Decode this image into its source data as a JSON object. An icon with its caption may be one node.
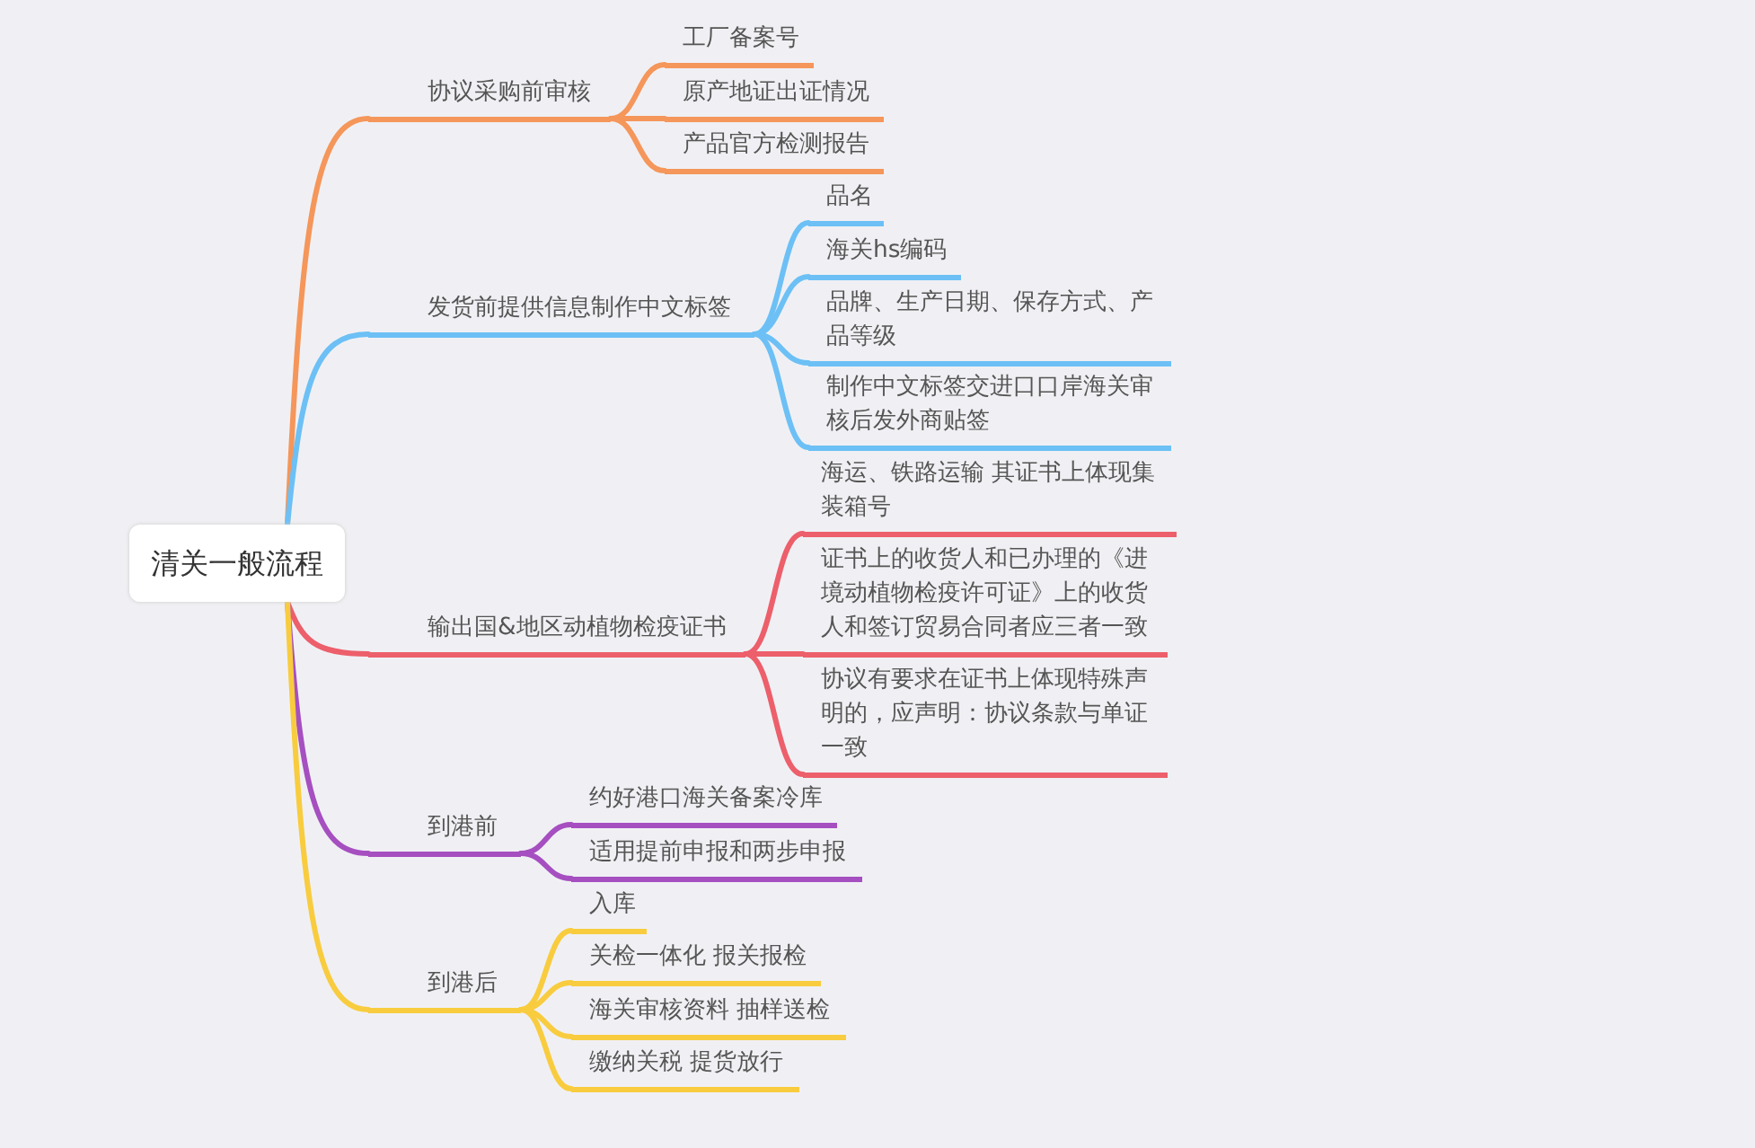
{
  "diagram": {
    "nodes": [
      {
        "text": [
          "清关一般流程"
        ]
      },
      {
        "text": [
          "协议采购前审核"
        ]
      },
      {
        "text": [
          "工厂备案号"
        ]
      },
      {
        "text": [
          "原产地证出证情况"
        ]
      },
      {
        "text": [
          "产品官方检测报告"
        ]
      },
      {
        "text": [
          "发货前提供信息制作中文标签"
        ]
      },
      {
        "text": [
          "品名"
        ]
      },
      {
        "text": [
          "海关hs编码"
        ]
      },
      {
        "text": [
          "品牌、生产日期、保存方式、产品等级"
        ]
      },
      {
        "text": [
          "制作中文标签交进口口岸海关审核后发外商贴签"
        ]
      },
      {
        "text": [
          "输出国&地区动植物检疫证书"
        ]
      },
      {
        "text": [
          "海运、铁路运输 其证书上体现集装箱号"
        ]
      },
      {
        "text": [
          "证书上的收货人和已办理的《进境动植物检疫许可证》上的收货人和签订贸易合同者应三者一致"
        ]
      },
      {
        "text": [
          "协议有要求在证书上体现特殊声明的，应声明：协议条款与单证一致"
        ]
      },
      {
        "text": [
          "到港前"
        ]
      },
      {
        "text": [
          "约好港口海关备案冷库"
        ]
      },
      {
        "text": [
          "适用提前申报和两步申报"
        ]
      },
      {
        "text": [
          "到港后"
        ]
      },
      {
        "text": [
          "入库"
        ]
      },
      {
        "text": [
          "关检一体化 报关报检"
        ]
      },
      {
        "text": [
          "海关审核资料 抽样送检"
        ]
      },
      {
        "text": [
          "缴纳关税 提货放行"
        ]
      }
    ],
    "edges": [
      {
        "from": 0,
        "to": 1,
        "arrow": "none",
        "color": "#f5965a"
      },
      {
        "from": 1,
        "to": 2,
        "arrow": "none",
        "color": "#f5965a"
      },
      {
        "from": 1,
        "to": 3,
        "arrow": "none",
        "color": "#f5965a"
      },
      {
        "from": 1,
        "to": 4,
        "arrow": "none",
        "color": "#f5965a"
      },
      {
        "from": 0,
        "to": 5,
        "arrow": "none",
        "color": "#6cc0f5"
      },
      {
        "from": 5,
        "to": 6,
        "arrow": "none",
        "color": "#6cc0f5"
      },
      {
        "from": 5,
        "to": 7,
        "arrow": "none",
        "color": "#6cc0f5"
      },
      {
        "from": 5,
        "to": 8,
        "arrow": "none",
        "color": "#6cc0f5"
      },
      {
        "from": 5,
        "to": 9,
        "arrow": "none",
        "color": "#6cc0f5"
      },
      {
        "from": 0,
        "to": 10,
        "arrow": "none",
        "color": "#ec5f6b"
      },
      {
        "from": 10,
        "to": 11,
        "arrow": "none",
        "color": "#ec5f6b"
      },
      {
        "from": 10,
        "to": 12,
        "arrow": "none",
        "color": "#ec5f6b"
      },
      {
        "from": 10,
        "to": 13,
        "arrow": "none",
        "color": "#ec5f6b"
      },
      {
        "from": 0,
        "to": 14,
        "arrow": "none",
        "color": "#a64fc0"
      },
      {
        "from": 14,
        "to": 15,
        "arrow": "none",
        "color": "#a64fc0"
      },
      {
        "from": 14,
        "to": 16,
        "arrow": "none",
        "color": "#a64fc0"
      },
      {
        "from": 0,
        "to": 17,
        "arrow": "none",
        "color": "#f8cc3e"
      },
      {
        "from": 17,
        "to": 18,
        "arrow": "none",
        "color": "#f8cc3e"
      },
      {
        "from": 17,
        "to": 19,
        "arrow": "none",
        "color": "#f8cc3e"
      },
      {
        "from": 17,
        "to": 20,
        "arrow": "none",
        "color": "#f8cc3e"
      },
      {
        "from": 17,
        "to": 21,
        "arrow": "none",
        "color": "#f8cc3e"
      }
    ]
  }
}
